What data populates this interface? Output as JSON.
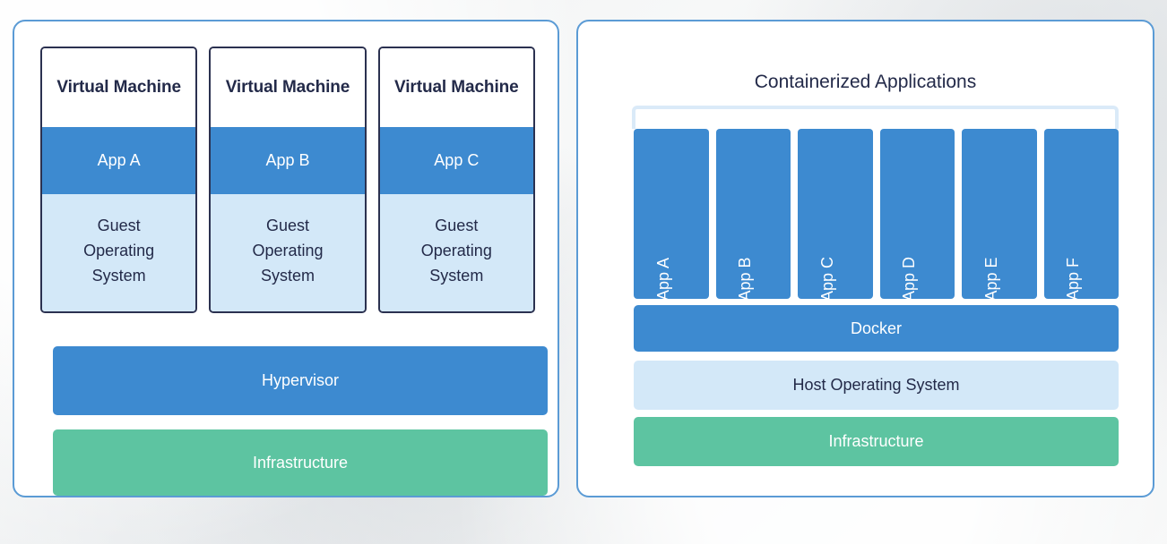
{
  "background": {
    "color": "#f3f4f5",
    "texture": "light-concrete"
  },
  "colors": {
    "panel_border": "#5b9bd5",
    "card_border": "#2b3150",
    "blue": "#3d8ad0",
    "light_blue": "#d3e8f8",
    "green": "#5dc4a1",
    "bracket": "#daeaf8",
    "dark_text": "#232a49",
    "light_text": "#ffffff"
  },
  "vm_panel": {
    "machines": [
      {
        "title": "Virtual Machine",
        "app": "App A",
        "os": "Guest\nOperating\nSystem"
      },
      {
        "title": "Virtual Machine",
        "app": "App B",
        "os": "Guest\nOperating\nSystem"
      },
      {
        "title": "Virtual Machine",
        "app": "App C",
        "os": "Guest\nOperating\nSystem"
      }
    ],
    "hypervisor": "Hypervisor",
    "infrastructure": "Infrastructure"
  },
  "container_panel": {
    "title": "Containerized Applications",
    "apps": [
      {
        "label": "App A"
      },
      {
        "label": "App B"
      },
      {
        "label": "App C"
      },
      {
        "label": "App D"
      },
      {
        "label": "App E"
      },
      {
        "label": "App F"
      }
    ],
    "docker": "Docker",
    "host_os": "Host Operating System",
    "infrastructure": "Infrastructure"
  }
}
